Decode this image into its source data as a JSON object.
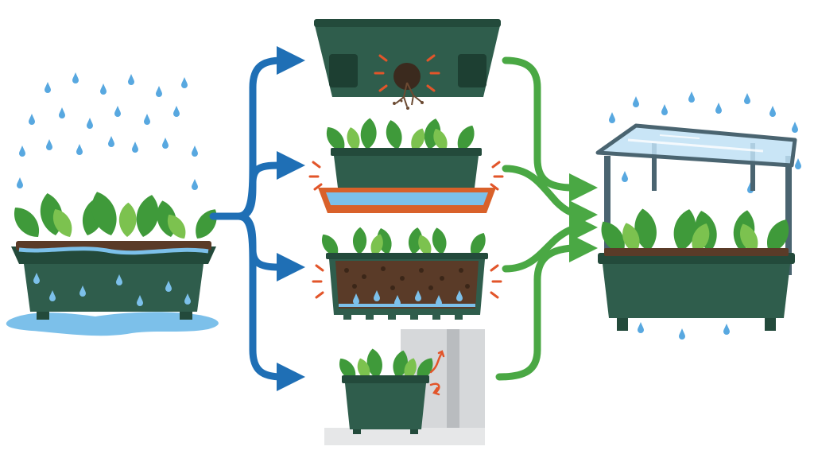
{
  "diagram": {
    "start": {
      "name": "overwatered-planter"
    },
    "causes": [
      {
        "name": "blocked-drainage-holes"
      },
      {
        "name": "standing-water-saucer"
      },
      {
        "name": "waterlogged-soil"
      },
      {
        "name": "planter-against-wall"
      }
    ],
    "result": {
      "name": "covered-elevated-planter"
    }
  },
  "colors": {
    "blue_arrow": "#1f6fb5",
    "green_arrow": "#4aa844",
    "planter": "#2f5d4c",
    "planter_dark": "#234a3b",
    "water": "#5fb0e6",
    "rain": "#58a8e0",
    "saucer": "#d9612a",
    "alert": "#e2552a",
    "soil": "#5a3b28",
    "leaf": "#3f9a3a",
    "leaf_light": "#7cc24f",
    "glass": "#bfe0f4",
    "frame": "#4a6470",
    "wall": "#d6d8da"
  },
  "icons": {
    "rain": "raindrop-icon",
    "alert": "alert-burst-icon",
    "heat": "heat-arrow-icon"
  }
}
